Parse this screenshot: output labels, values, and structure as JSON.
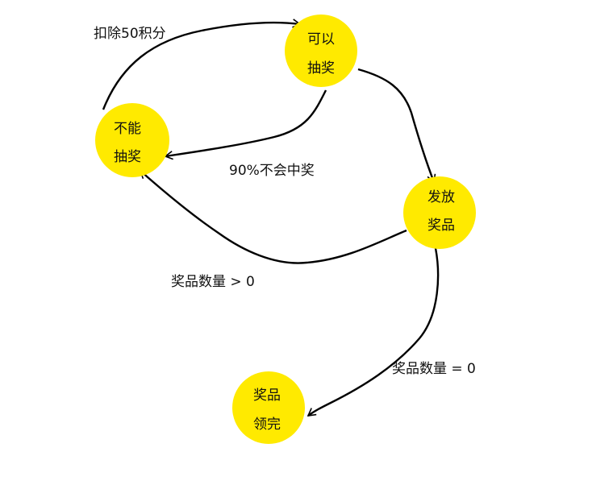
{
  "colors": {
    "node_fill": "#FFEA00",
    "stroke": "#000000",
    "text": "#111111"
  },
  "nodes": {
    "can_draw": {
      "line1": "可以",
      "line2": "抽奖"
    },
    "cannot_draw": {
      "line1": "不能",
      "line2": "抽奖"
    },
    "issue_prize": {
      "line1": "发放",
      "line2": "奖品"
    },
    "prizes_claimed": {
      "line1": "奖品",
      "line2": "领完"
    }
  },
  "edges": {
    "deduct_points": "扣除50积分",
    "no_win": "90%不会中奖",
    "prize_gt_zero": "奖品数量 > 0",
    "prize_eq_zero": "奖品数量 = 0"
  }
}
